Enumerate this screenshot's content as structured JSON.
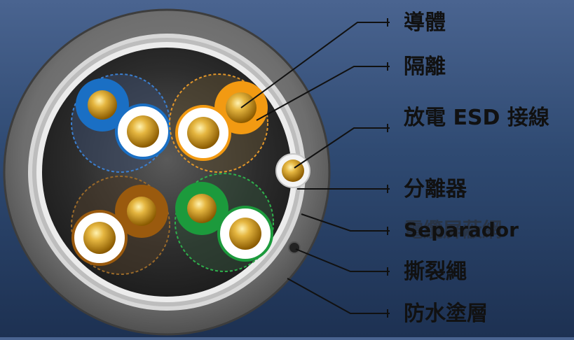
{
  "labels": {
    "conductor": "導體",
    "insulation": "隔離",
    "esd_drain": "放電 ESD 接線",
    "separator_zh": "分離器",
    "shield": "電纜屏蔽網",
    "separator_en": "Separador",
    "ripcord": "撕裂繩",
    "waterproof": "防水塗層"
  },
  "colors": {
    "blue": "#1a6fc4",
    "orange": "#f29a12",
    "brown": "#9a5a0e",
    "green": "#1c9a3c",
    "white": "#ffffff",
    "copper": "#d6a32a",
    "jacket": "#6f6f6f",
    "core": "#2b2b2b"
  }
}
